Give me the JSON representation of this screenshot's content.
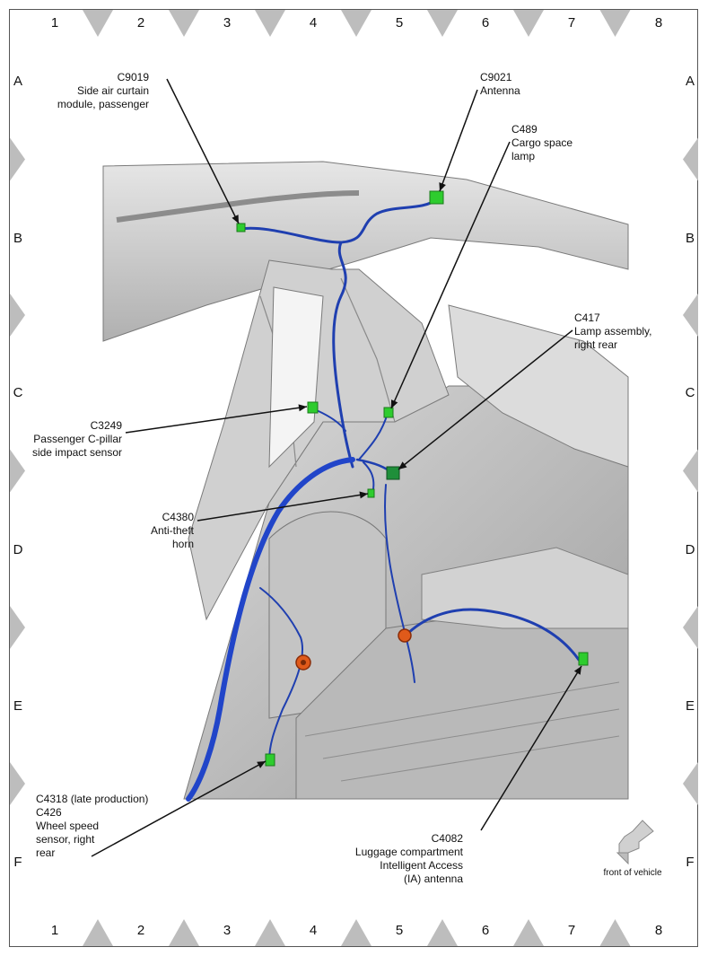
{
  "grid": {
    "columns": [
      "1",
      "2",
      "3",
      "4",
      "5",
      "6",
      "7",
      "8"
    ],
    "rows": [
      "A",
      "B",
      "C",
      "D",
      "E",
      "F"
    ]
  },
  "callouts": [
    {
      "id": "c9019",
      "lines": [
        "C9019",
        "Side air curtain",
        "module, passenger"
      ]
    },
    {
      "id": "c9021",
      "lines": [
        "C9021",
        "Antenna"
      ]
    },
    {
      "id": "c489",
      "lines": [
        "C489",
        "Cargo space",
        "lamp"
      ]
    },
    {
      "id": "c417",
      "lines": [
        "C417",
        "Lamp assembly,",
        "right rear"
      ]
    },
    {
      "id": "c3249",
      "lines": [
        "C3249",
        "Passenger C-pillar",
        "side impact sensor"
      ]
    },
    {
      "id": "c4380",
      "lines": [
        "C4380",
        "Anti-theft",
        "horn"
      ]
    },
    {
      "id": "c4318",
      "lines": [
        "C4318 (late production)",
        "C426",
        "Wheel speed",
        "sensor, right",
        "rear"
      ]
    },
    {
      "id": "c4082",
      "lines": [
        "C4082",
        "Luggage compartment",
        "Intelligent Access",
        "(IA) antenna"
      ]
    }
  ],
  "front_label": "front of vehicle",
  "colors": {
    "connector": "#2ecc2e",
    "connector_dark": "#1f8f3a",
    "harness": "#1f3fb0",
    "grommet": "#e05a1a",
    "body": "#c8c8c8",
    "marker": "#bdbdbd"
  }
}
